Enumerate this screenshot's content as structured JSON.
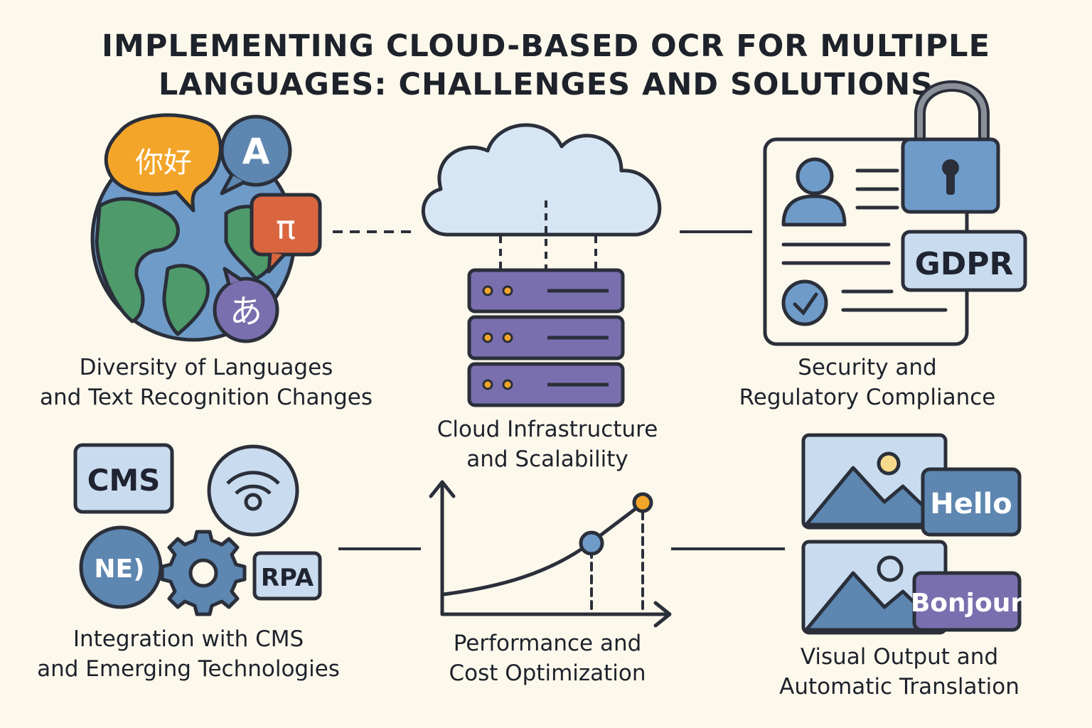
{
  "title": {
    "line1": "IMPLEMENTING CLOUD-BASED OCR FOR MULTIPLE",
    "line2": "LANGUAGES: CHALLENGES AND SOLUTIONS"
  },
  "languages": {
    "bubble_chinese": "你好",
    "bubble_latin": "A",
    "bubble_greek": "π",
    "bubble_japanese": "あ",
    "label_line1": "Diversity of Languages",
    "label_line2": "and Text Recognition Changes"
  },
  "cloud": {
    "label_line1": "Cloud Infrastructure",
    "label_line2": "and Scalability"
  },
  "security": {
    "badge": "GDPR",
    "label_line1": "Security and",
    "label_line2": "Regulatory Compliance"
  },
  "integration": {
    "cms": "CMS",
    "nfc": "NE)",
    "rpa": "RPA",
    "label_line1": "Integration with CMS",
    "label_line2": "and Emerging Technologies"
  },
  "performance": {
    "label_line1": "Performance and",
    "label_line2": "Cost Optimization"
  },
  "visual": {
    "tag_top": "Hello",
    "tag_bottom": "Bonjour",
    "label_line1": "Visual Output and",
    "label_line2": "Automatic Translation"
  },
  "colors": {
    "background": "#fdf8ec",
    "stroke": "#2a2f3a",
    "blue": "#6f9bc9",
    "light_blue": "#c9dcef",
    "green": "#4e9a6a",
    "orange": "#f3a52a",
    "red": "#d9663f",
    "purple": "#7a6fae",
    "steel": "#5d86b0"
  }
}
